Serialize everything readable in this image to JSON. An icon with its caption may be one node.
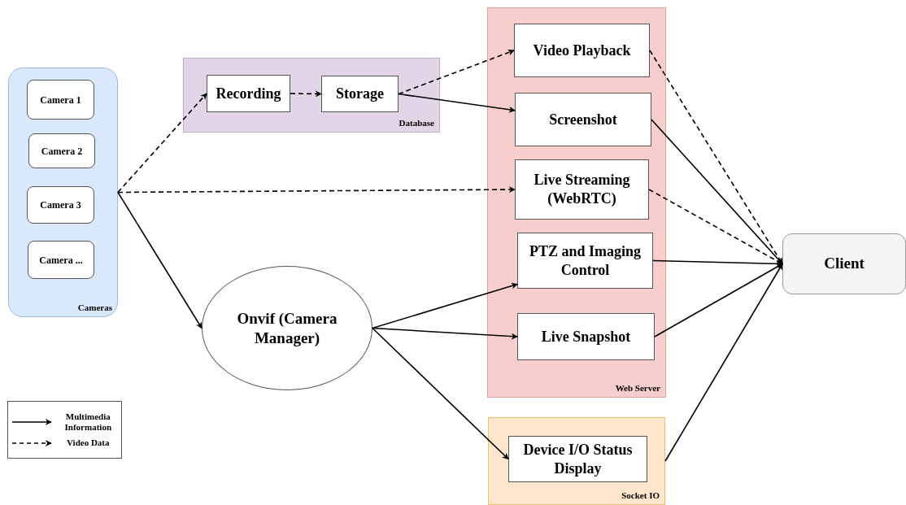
{
  "diagram": {
    "nodes": [
      {
        "text": [
          "Cameras"
        ]
      },
      {
        "text": [
          "Camera 1"
        ],
        "in": 0
      },
      {
        "text": [
          "Camera 2"
        ],
        "in": 0
      },
      {
        "text": [
          "Camera 3"
        ],
        "in": 0
      },
      {
        "text": [
          "Camera ..."
        ],
        "in": 0
      },
      {
        "text": [
          "Database"
        ]
      },
      {
        "text": [
          "Recording"
        ],
        "in": 5
      },
      {
        "text": [
          "Storage"
        ],
        "in": 5
      },
      {
        "text": [
          "Web Server"
        ]
      },
      {
        "text": [
          "Video Playback"
        ],
        "in": 8
      },
      {
        "text": [
          "Screenshot"
        ],
        "in": 8
      },
      {
        "text": [
          "Live Streaming (WebRTC)"
        ],
        "in": 8
      },
      {
        "text": [
          "PTZ and Imaging Control"
        ],
        "in": 8
      },
      {
        "text": [
          "Live Snapshot"
        ],
        "in": 8
      },
      {
        "text": [
          "Socket IO"
        ]
      },
      {
        "text": [
          "Device I/O Status Display"
        ],
        "in": 14
      },
      {
        "text": [
          "Onvif (Camera Manager)"
        ]
      },
      {
        "text": [
          "Client"
        ]
      }
    ],
    "edges": [
      {
        "from": 0,
        "to": 6,
        "arrow": "to",
        "style": "dashed"
      },
      {
        "from": 0,
        "to": 11,
        "arrow": "to",
        "style": "dashed"
      },
      {
        "from": 0,
        "to": 16,
        "arrow": "to"
      },
      {
        "from": 6,
        "to": 7,
        "arrow": "to",
        "style": "dashed"
      },
      {
        "from": 7,
        "to": 9,
        "arrow": "to",
        "style": "dashed"
      },
      {
        "from": 7,
        "to": 10,
        "arrow": "to"
      },
      {
        "from": 16,
        "to": 12,
        "arrow": "to"
      },
      {
        "from": 16,
        "to": 13,
        "arrow": "to"
      },
      {
        "from": 16,
        "to": 15,
        "arrow": "to"
      },
      {
        "from": 9,
        "to": 17,
        "arrow": "to",
        "style": "dashed"
      },
      {
        "from": 10,
        "to": 17,
        "arrow": "to"
      },
      {
        "from": 11,
        "to": 17,
        "arrow": "to",
        "style": "dashed"
      },
      {
        "from": 12,
        "to": 17,
        "arrow": "to"
      },
      {
        "from": 13,
        "to": 17,
        "arrow": "to"
      },
      {
        "from": 14,
        "to": 17,
        "arrow": "to"
      }
    ],
    "legend": [
      {
        "text": "Multimedia Information"
      },
      {
        "text": "Video Data"
      }
    ]
  }
}
